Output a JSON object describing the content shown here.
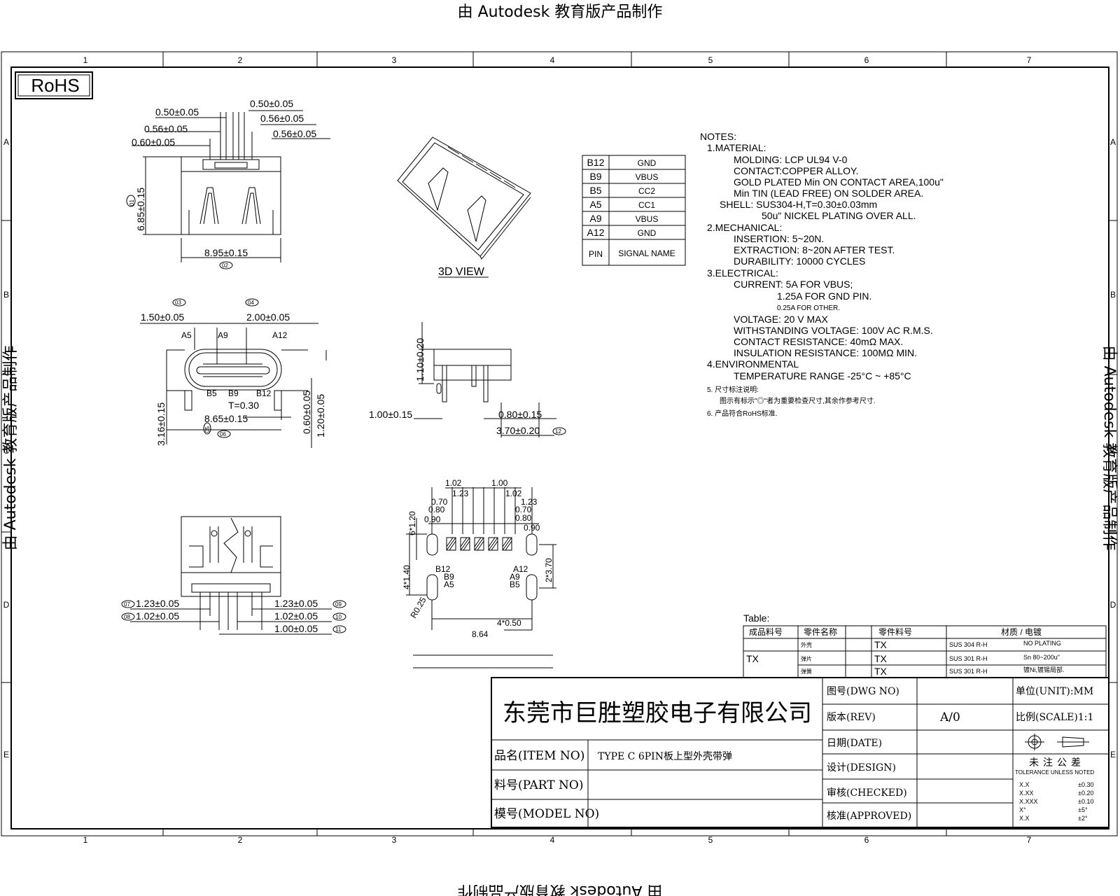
{
  "watermark": {
    "text": "由 Autodesk 教育版产品制作"
  },
  "border": {
    "columns": [
      "1",
      "2",
      "3",
      "4",
      "5",
      "6",
      "7"
    ],
    "rows": [
      "A",
      "B",
      "C",
      "D",
      "E"
    ]
  },
  "rohs_label": "RoHS",
  "top_view": {
    "dims": [
      "0.50±0.05",
      "0.50±0.05",
      "0.56±0.05",
      "0.56±0.05",
      "0.56±0.05",
      "0.60±0.05",
      "6.85±0.15",
      "8.95±0.15"
    ],
    "balloons": [
      "01",
      "02"
    ]
  },
  "view_3d_label": "3D VIEW",
  "front_view": {
    "dims": [
      "1.50±0.05",
      "2.00±0.05",
      "T=0.30",
      "8.65±0.15",
      "3.16±0.15",
      "0.60±0.05",
      "1.20±0.05"
    ],
    "pins": [
      "A5",
      "A9",
      "A12",
      "B5",
      "B9",
      "B12"
    ],
    "balloons": [
      "03",
      "04",
      "05",
      "06"
    ]
  },
  "side_view": {
    "dims": [
      "1.10±0.20",
      "1.00±0.15",
      "0.80±0.15",
      "3.70±0.20"
    ],
    "balloons": [
      "12"
    ]
  },
  "bottom_view": {
    "dims": [
      "1.23±0.05",
      "1.02±0.05",
      "1.23±0.05",
      "1.02±0.05",
      "1.00±0.05"
    ],
    "balloons": [
      "07",
      "08",
      "09",
      "10",
      "11"
    ]
  },
  "pcb_layout": {
    "dims_top": [
      "1.02",
      "1.00",
      "1.23",
      "1.02",
      "0.70",
      "1.23",
      "0.80",
      "0.70",
      "0.90",
      "0.80",
      "0.90"
    ],
    "dims_side": [
      "6*1.20",
      "4*1.40",
      "2*3.70",
      "R0.25"
    ],
    "dims_bottom": [
      "8.64",
      "4*0.50"
    ],
    "pins_left": [
      "B12",
      "B9",
      "A5"
    ],
    "pins_right": [
      "A12",
      "A9",
      "B5"
    ]
  },
  "pin_table": {
    "rows": [
      {
        "pin": "B12",
        "signal": "GND"
      },
      {
        "pin": "B9",
        "signal": "VBUS"
      },
      {
        "pin": "B5",
        "signal": "CC2"
      },
      {
        "pin": "A5",
        "signal": "CC1"
      },
      {
        "pin": "A9",
        "signal": "VBUS"
      },
      {
        "pin": "A12",
        "signal": "GND"
      }
    ],
    "header": {
      "pin": "PIN",
      "signal": "SIGNAL NAME"
    }
  },
  "notes": [
    "NOTES:",
    "1.MATERIAL:",
    "MOLDING: LCP UL94 V-0",
    "CONTACT:COPPER ALLOY.",
    "GOLD PLATED Min ON CONTACT AREA,100u\"",
    "Min TIN (LEAD FREE) ON SOLDER AREA.",
    "SHELL: SUS304-H,T=0.30±0.03mm",
    "50u\" NICKEL PLATING OVER ALL.",
    "2.MECHANICAL:",
    "INSERTION: 5~20N.",
    "EXTRACTION: 8~20N AFTER TEST.",
    "DURABILITY: 10000 CYCLES",
    "3.ELECTRICAL:",
    "CURRENT: 5A FOR VBUS;",
    "1.25A FOR GND PIN.",
    "0.25A FOR OTHER.",
    "VOLTAGE: 20 V MAX",
    "WITHSTANDING VOLTAGE: 100V AC R.M.S.",
    "CONTACT RESISTANCE: 40mΩ MAX.",
    "INSULATION RESISTANCE: 100MΩ MIN.",
    "4.ENVIRONMENTAL",
    "TEMPERATURE RANGE -25°C ~ +85°C",
    "5. 尺寸标注说明:",
    "图示有标示\"◎\"者为重要检查尺寸,其余作参考尺寸.",
    "6. 产品符合RoHS标准."
  ],
  "material_table": {
    "caption": "Table:",
    "headers": [
      "成品料号",
      "零件名称",
      "零件料号",
      "材质 / 电镀"
    ],
    "row_label": "TX",
    "rows": [
      {
        "name": "外壳",
        "code": "TX",
        "material": "SUS 304 R-H",
        "plating": "NO PLATING"
      },
      {
        "name": "弹片",
        "code": "TX",
        "material": "SUS 301 R-H",
        "plating": "Sn 80~200u\""
      },
      {
        "name": "弹簧",
        "code": "TX",
        "material": "SUS 301 R-H",
        "plating": "镀Ni,镀锡局部."
      }
    ]
  },
  "title_block": {
    "company": "东莞市巨胜塑胶电子有限公司",
    "item_no_label": "品名(ITEM NO)",
    "item_no_value": "TYPE C 6PIN板上型外壳带弹",
    "part_no_label": "料号(PART NO)",
    "model_no_label": "模号(MODEL NO)",
    "dwg_no_label": "图号(DWG NO)",
    "rev_label": "版本(REV)",
    "rev_value": "A/0",
    "date_label": "日期(DATE)",
    "design_label": "设计(DESIGN)",
    "checked_label": "审核(CHECKED)",
    "approved_label": "核准(APPROVED)",
    "unit_label": "单位(UNIT):MM",
    "scale_label": "比例(SCALE)1:1",
    "tolerance_title": "未注公差",
    "tolerance_sub": "TOLERANCE UNLESS NOTED",
    "tolerances": [
      {
        "k": "X.X",
        "v": "±0.30"
      },
      {
        "k": "X.XX",
        "v": "±0.20"
      },
      {
        "k": "X.XXX",
        "v": "±0.10"
      },
      {
        "k": "X°",
        "v": "±5°"
      },
      {
        "k": "X.X",
        "v": "±2°"
      }
    ]
  }
}
